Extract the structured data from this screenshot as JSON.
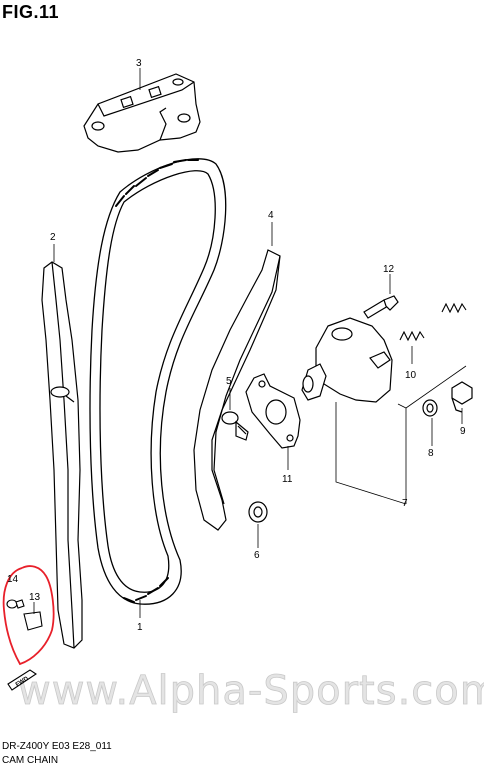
{
  "figure": {
    "title": "FIG.11",
    "model_code": "DR-Z400Y E03 E28_011",
    "section_name": "CAM CHAIN"
  },
  "watermark": "www.Alpha-Sports.com",
  "fwd_label": "FWD",
  "highlight_color": "#e8202a",
  "parts": [
    {
      "number": "1"
    },
    {
      "number": "2"
    },
    {
      "number": "3"
    },
    {
      "number": "4"
    },
    {
      "number": "5"
    },
    {
      "number": "6"
    },
    {
      "number": "7"
    },
    {
      "number": "8"
    },
    {
      "number": "9"
    },
    {
      "number": "10"
    },
    {
      "number": "11"
    },
    {
      "number": "12"
    },
    {
      "number": "13"
    },
    {
      "number": "14"
    }
  ]
}
